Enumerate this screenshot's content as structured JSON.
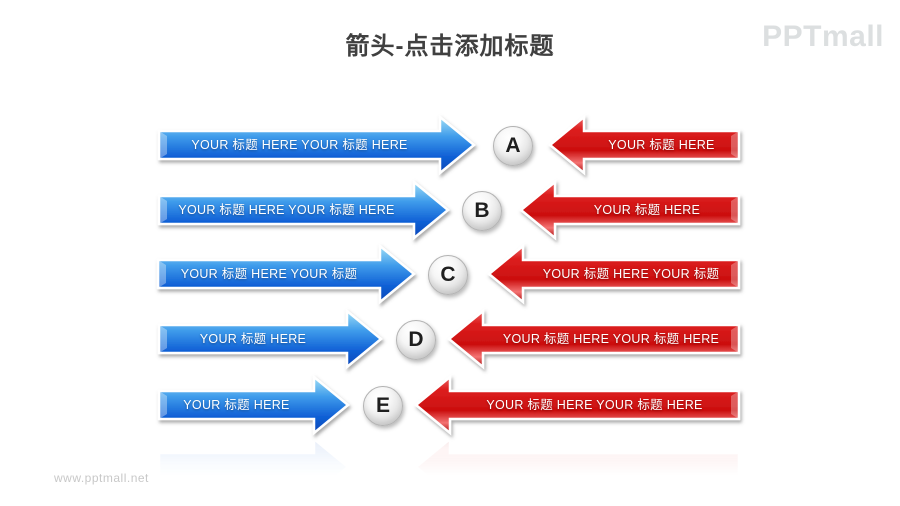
{
  "title": "箭头-点击添加标题",
  "brand": {
    "logo": "PPTmall",
    "watermark": "www.pptmall.net"
  },
  "colors": {
    "blue_arrow_top": "#9fdef6",
    "blue_arrow_bottom": "#0846b8",
    "red_arrow_top": "#ea6161",
    "red_arrow_bottom": "#a70909",
    "title_text": "#404040",
    "arrow_text": "#ffffff",
    "badge_text": "#1f1f1f"
  },
  "rows": [
    {
      "label": "A",
      "left_text": "YOUR 标题 HERE YOUR 标题 HERE",
      "right_text": "YOUR 标题 HERE"
    },
    {
      "label": "B",
      "left_text": "YOUR 标题 HERE YOUR 标题 HERE",
      "right_text": "YOUR 标题 HERE"
    },
    {
      "label": "C",
      "left_text": "YOUR 标题 HERE YOUR 标题",
      "right_text": "YOUR 标题 HERE YOUR 标题"
    },
    {
      "label": "D",
      "left_text": "YOUR 标题 HERE",
      "right_text": "YOUR 标题 HERE YOUR 标题 HERE"
    },
    {
      "label": "E",
      "left_text": "YOUR 标题 HERE",
      "right_text": "YOUR 标题 HERE YOUR 标题 HERE"
    }
  ]
}
